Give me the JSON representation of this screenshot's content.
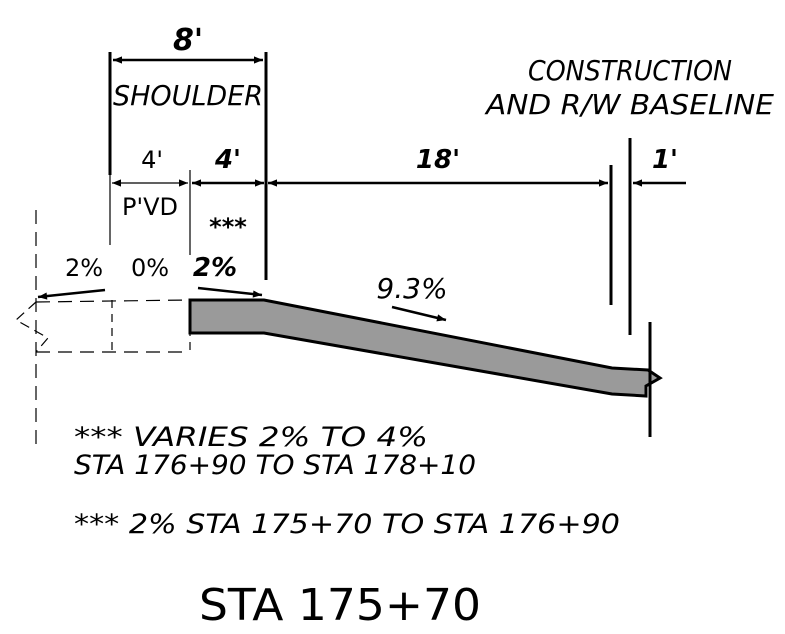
{
  "labels": {
    "shoulder_width": "8'",
    "shoulder": "SHOULDER",
    "baseline_line1": "CONSTRUCTION",
    "baseline_line2": "AND R/W BASELINE",
    "paved_width": "4'",
    "unpaved_width": "4'",
    "lane_width": "18'",
    "offset_width": "1'",
    "paved": "P'VD",
    "varies_marker": "***",
    "slope_outer": "2%",
    "slope_paved": "0%",
    "slope_shoulder": "2%",
    "slope_lane": "9.3%"
  },
  "notes": {
    "note1_line1": "*** VARIES 2% TO 4%",
    "note1_line2": "STA 176+90 TO STA 178+10",
    "note2": "*** 2% STA 175+70 TO STA 176+90"
  },
  "station": "STA 175+70",
  "colors": {
    "line": "#000000",
    "pavement_fill": "#9a9a9a",
    "background": "#ffffff"
  }
}
